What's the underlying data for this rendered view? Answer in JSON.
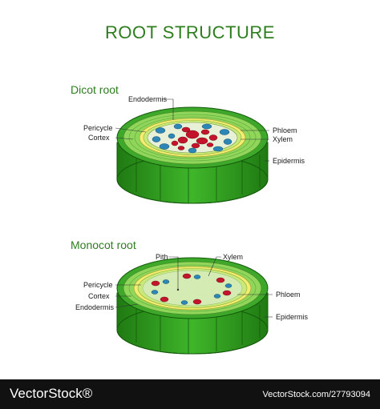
{
  "title": "ROOT STRUCTURE",
  "dicot": {
    "heading": "Dicot root",
    "labels": {
      "endodermis": "Endodermis",
      "pericycle": "Pericycle",
      "cortex": "Cortex",
      "phloem": "Phloem",
      "xylem": "Xylem",
      "epidermis": "Epidermis"
    }
  },
  "monocot": {
    "heading": "Monocot root",
    "labels": {
      "pith": "Pith",
      "xylem": "Xylem",
      "pericycle": "Pericycle",
      "cortex": "Cortex",
      "endodermis": "Endodermis",
      "phloem": "Phloem",
      "epidermis": "Epidermis"
    }
  },
  "footer": {
    "logo": "VectorStock®",
    "url": "VectorStock.com/27793094"
  },
  "colors": {
    "epidermis": "#2f9e1f",
    "epidermis_dark": "#1f7a12",
    "cortex": "#8fd65a",
    "endodermis": "#f2ee70",
    "pericycle": "#c9ea7a",
    "phloem": "#2c87b6",
    "xylem": "#c4142b",
    "pith": "#d4ecb4",
    "title": "#2e7d1f"
  }
}
